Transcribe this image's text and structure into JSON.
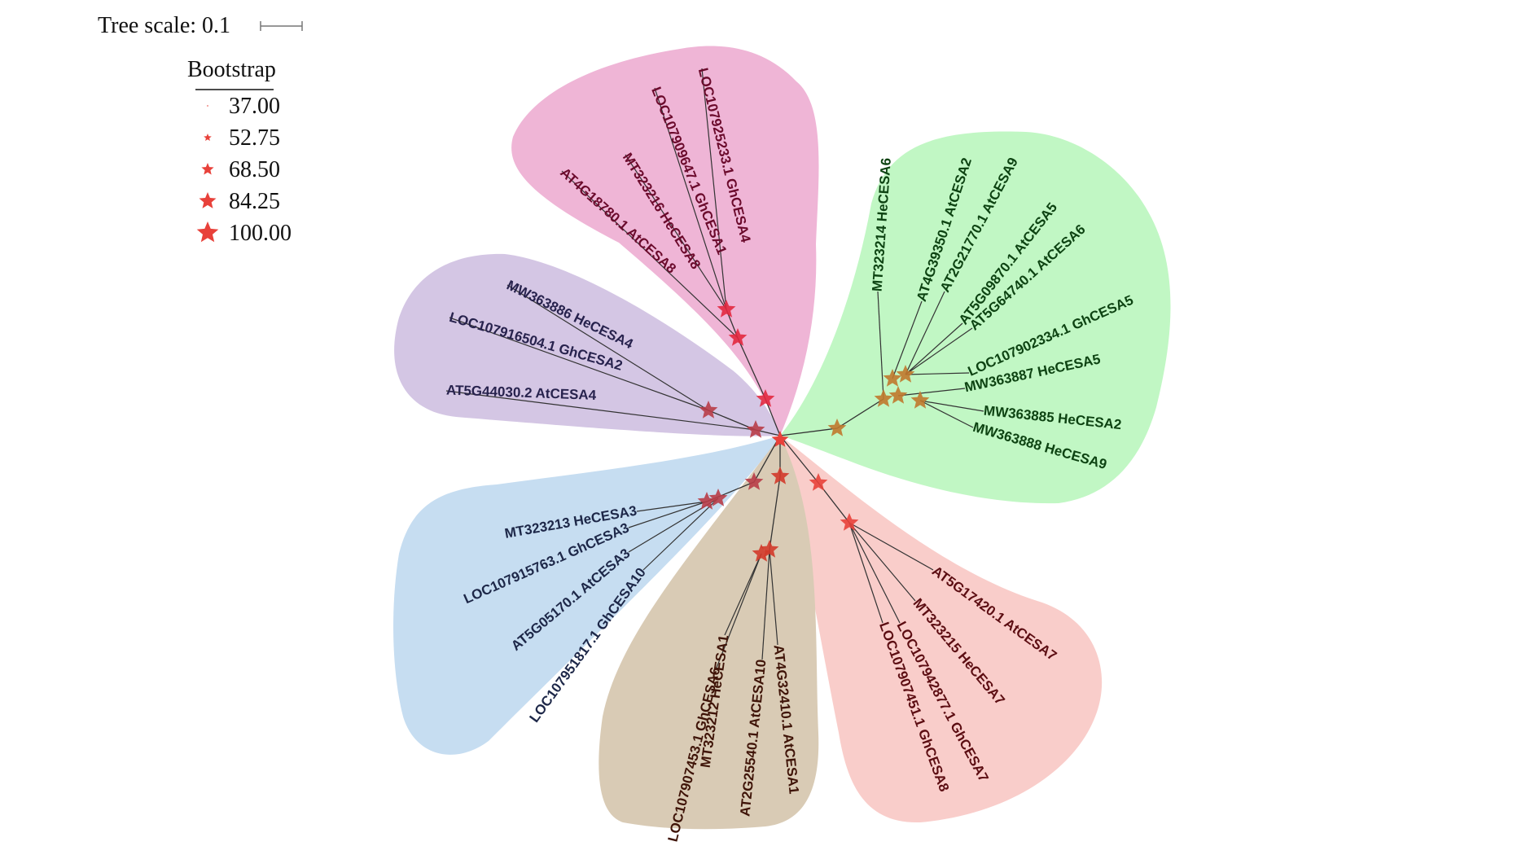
{
  "scale": {
    "label": "Tree scale: 0.1"
  },
  "legend": {
    "title": "Bootstrap",
    "entries": [
      {
        "label": "37.00",
        "star_size": 1
      },
      {
        "label": "52.75",
        "star_size": 5
      },
      {
        "label": "68.50",
        "star_size": 8
      },
      {
        "label": "84.25",
        "star_size": 11
      },
      {
        "label": "100.00",
        "star_size": 14
      }
    ]
  },
  "colors": {
    "pink": "#efb5d6",
    "purple": "#d4c6e4",
    "green": "#c1f7c4",
    "salmon": "#f9cdca",
    "tan": "#d9cbb5",
    "blue": "#c6ddf1",
    "branch": "#333333",
    "star_red": "#e8413a",
    "star_pink": "#e2283f",
    "star_maroon": "#b83c47",
    "star_brown": "#c0782e",
    "star_darkred": "#d23a2a"
  },
  "clades": [
    {
      "id": "pink",
      "text_color": "#6b0a2c",
      "leaves": [
        "LOC107925233.1 GhCESA4",
        "LOC107909647.1 GhCESA1",
        "MT323216 HeCESA8",
        "AT4G18780.1 AtCESA8"
      ]
    },
    {
      "id": "purple",
      "text_color": "#27224d",
      "leaves": [
        "MW363886 HeCESA4",
        "LOC107916504.1 GhCESA2",
        "AT5G44030.2 AtCESA4"
      ]
    },
    {
      "id": "green",
      "text_color": "#0d4312",
      "leaves": [
        "MT323214 HeCESA6",
        "AT4G39350.1 AtCESA2",
        "AT2G21770.1 AtCESA9",
        "AT5G09870.1 AtCESA5",
        "AT5G64740.1 AtCESA6",
        "LOC107902334.1 GhCESA5",
        "MW363887 HeCESA5",
        "MW363885 HeCESA2",
        "MW363888 HeCESA9"
      ]
    },
    {
      "id": "salmon",
      "text_color": "#5c0d12",
      "leaves": [
        "AT5G17420.1 AtCESA7",
        "MT323215 HeCESA7",
        "LOC107942877.1 GhCESA7",
        "LOC107907451.1 GhCESA8"
      ]
    },
    {
      "id": "tan",
      "text_color": "#3f1408",
      "leaves": [
        "MT323212 HeCESA1",
        "LOC107907453.1 GhCESA6",
        "AT2G25540.1 AtCESA10",
        "AT4G32410.1 AtCESA1"
      ]
    },
    {
      "id": "blue",
      "text_color": "#1d2748",
      "leaves": [
        "MT323213 HeCESA3",
        "LOC107915763.1 GhCESA3",
        "AT5G05170.1 AtCESA3",
        "LOC107951817.1 GhCESA10"
      ]
    }
  ]
}
